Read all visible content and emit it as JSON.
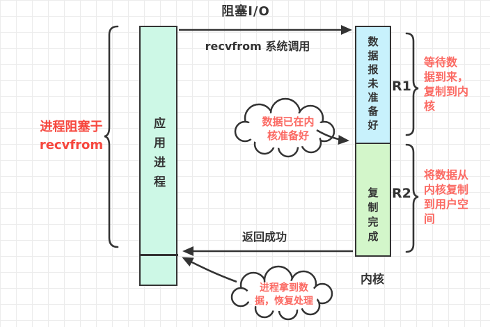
{
  "title": "阻塞I/O",
  "left_annotation": {
    "lines": [
      "进程阻塞于",
      "recvfrom"
    ]
  },
  "app_process": {
    "label": "应用进程"
  },
  "kernel_bar": {
    "not_ready_label": "数据报未准备好",
    "copy_done_label": "复制完成"
  },
  "kernel_label": "内核",
  "syscall_arrow": {
    "label": "recvfrom 系统调用"
  },
  "return_arrow": {
    "label": "返回成功"
  },
  "cloud_kernel_ready": {
    "lines": [
      "数据已在内",
      "核准备好"
    ]
  },
  "cloud_resume": {
    "lines": [
      "进程拿到数",
      "据，恢复处理"
    ]
  },
  "phase_r1": {
    "label": "R1",
    "desc_lines": [
      "等待数",
      "据到来，",
      "复制到内",
      "核"
    ]
  },
  "phase_r2": {
    "label": "R2",
    "desc_lines": [
      "将数据从",
      "内核复制",
      "到用户空",
      "间"
    ]
  },
  "colors": {
    "app_bar_fill": "#cdf8e6",
    "not_ready_fill": "#c8f1fc",
    "copy_done_fill": "#d3f6ca",
    "line": "#333333",
    "red_left": "#f6473e",
    "red_coral": "#fb6a63",
    "grid": "#ececec"
  }
}
